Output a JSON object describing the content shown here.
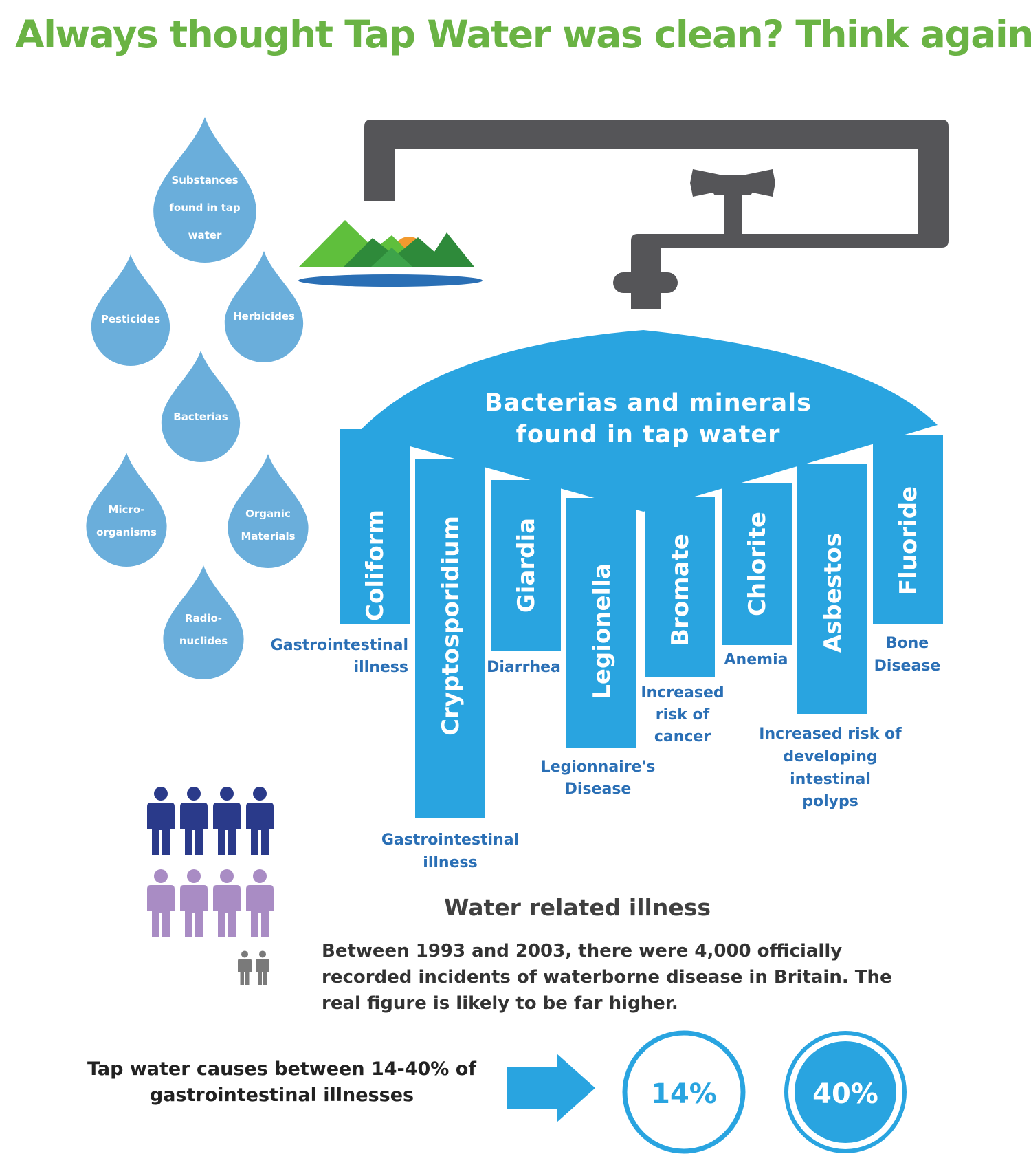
{
  "title": "Always thought Tap Water was clean? Think again...",
  "substances": {
    "heading_lines": [
      "Substances",
      "found in tap",
      "water"
    ],
    "drops": [
      {
        "lines": [
          "Pesticides"
        ]
      },
      {
        "lines": [
          "Herbicides"
        ]
      },
      {
        "lines": [
          "Bacterias"
        ]
      },
      {
        "lines": [
          "Micro-",
          "organisms"
        ]
      },
      {
        "lines": [
          "Organic",
          "Materials"
        ]
      },
      {
        "lines": [
          "Radio-",
          "nuclides"
        ]
      }
    ]
  },
  "funnel": {
    "title_lines": [
      "Bacterias and minerals",
      "found in tap water"
    ],
    "columns": [
      {
        "name": "Coliform",
        "effect": [
          "Gastrointestinal",
          "illness"
        ]
      },
      {
        "name": "Cryptosporidium",
        "effect": [
          "Gastrointestinal",
          "illness"
        ]
      },
      {
        "name": "Giardia",
        "effect": [
          "Diarrhea"
        ]
      },
      {
        "name": "Legionella",
        "effect": [
          "Legionnaire's",
          "Disease"
        ]
      },
      {
        "name": "Bromate",
        "effect": [
          "Increased",
          "risk of",
          "cancer"
        ]
      },
      {
        "name": "Chlorite",
        "effect": [
          "Anemia"
        ]
      },
      {
        "name": "Asbestos",
        "effect": [
          "Increased risk of",
          "developing",
          "intestinal",
          "polyps"
        ]
      },
      {
        "name": "Fluoride",
        "effect": [
          "Bone",
          "Disease"
        ]
      }
    ]
  },
  "illness": {
    "title": "Water related illness",
    "body": "Between 1993 and 2003, there were 4,000 officially recorded incidents of waterborne disease in Britain. The real figure is likely to be far higher."
  },
  "causes": {
    "text": "Tap water causes between 14-40% of gastrointestinal illnesses",
    "low": "14%",
    "high": "40%"
  },
  "colors": {
    "title_green": "#6ab344",
    "drop_blue": "#6aaedb",
    "column_blue": "#29a4e0",
    "effect_text": "#2a6fb5",
    "pipe_gray": "#555558",
    "people_dark": "#2a3a8a",
    "people_purple": "#a98cc4",
    "people_gray": "#7a7a7a"
  }
}
